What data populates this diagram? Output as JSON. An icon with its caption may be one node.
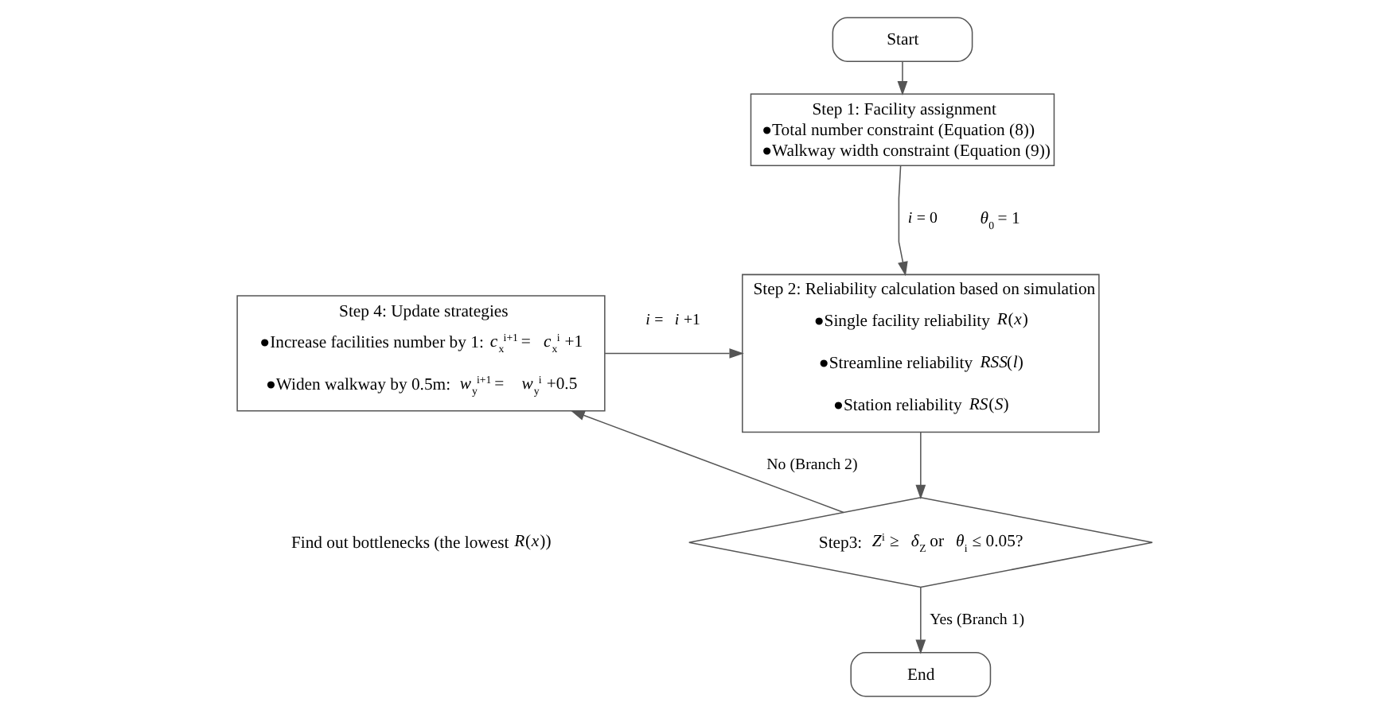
{
  "diagram": {
    "nodes": [
      {
        "text": [
          "Start"
        ]
      },
      {
        "text": [
          "Step 1: Facility assignment",
          "●Total number constraint (Equation (8))",
          "●Walkway width constraint (Equation (9))"
        ]
      },
      {
        "text": [
          "Step 2: Reliability calculation based on simulation",
          "●Single facility reliability *R*(*x*)",
          "●Streamline reliability *RSS*(*l*)",
          "●Station reliability *RS*(*S*)"
        ]
      },
      {
        "text": [
          "Step3: *Z*$^{i}$ ≥ *δ*$_{Z}$ or *θ*$_{i}$ ≤ 0.05?"
        ]
      },
      {
        "text": [
          "End"
        ]
      },
      {
        "text": [
          "Step 4: Update strategies",
          "●Increase facilities number by 1: *c*$_{x}$$^{i+1}$ = *c*$_{x}$$^{i}$ +1",
          "●Widen walkway by 0.5m: *w*$_{y}$$^{i+1}$ = *w*$_{y}$$^{i}$ +0.5"
        ]
      }
    ],
    "edges": [
      {
        "from": 0,
        "to": 1,
        "arrow": "to"
      },
      {
        "from": 1,
        "to": 2,
        "arrow": "to",
        "label": "*i* = 0"
      },
      {
        "from": 2,
        "to": 3,
        "arrow": "to"
      },
      {
        "from": 3,
        "to": 4,
        "arrow": "to",
        "label": "Yes (Branch 1)"
      },
      {
        "from": 3,
        "to": 5,
        "arrow": "to",
        "label": "No (Branch 2)"
      },
      {
        "from": 5,
        "to": 2,
        "arrow": "to",
        "label": "*i* = *i* +1"
      }
    ],
    "labels": [
      "*θ*$_{0}$ = 1",
      "Find out bottlenecks (the lowest *R*(*x*))"
    ]
  }
}
